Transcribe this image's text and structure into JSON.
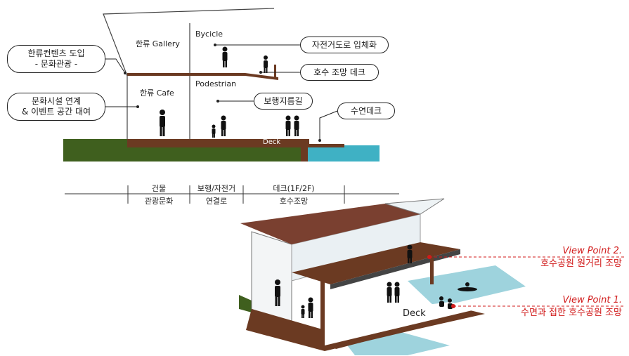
{
  "section": {
    "gallery": "한류 Gallery",
    "cafe": "한류 Cafe",
    "bicycle": "Bycicle",
    "pedestrian": "Podestrian",
    "deck": "Deck"
  },
  "callouts": {
    "hallyu_content": "한류컨텐츠 도입",
    "hallyu_content_sub": "- 문화관광 -",
    "cultural_link": "문화시설 연계",
    "cultural_link_sub": "& 이벤트 공간 대여",
    "bike_grade": "자전거도로 입체화",
    "lake_deck": "호수 조망 데크",
    "walk_path": "보행지름길",
    "water_deck": "수연데크"
  },
  "zones": [
    {
      "top": "건물",
      "bottom": "관광문화"
    },
    {
      "top": "보행/자전거",
      "bottom": "연결로"
    },
    {
      "top": "데크(1F/2F)",
      "bottom": "호수조망"
    }
  ],
  "perspective": {
    "deck": "Deck",
    "vp2_title": "View Point 2.",
    "vp2_desc": "호수공원 원거리 조망",
    "vp1_title": "View Point 1.",
    "vp1_desc": "수면과 접한 호수공원 조망"
  },
  "colors": {
    "ground": "#3f5f1e",
    "slab": "#6b3a22",
    "roof": "#7a4030",
    "water": "#9ed3dd",
    "water_dark": "#3fb1c4",
    "view_point": "#d11a1a"
  }
}
